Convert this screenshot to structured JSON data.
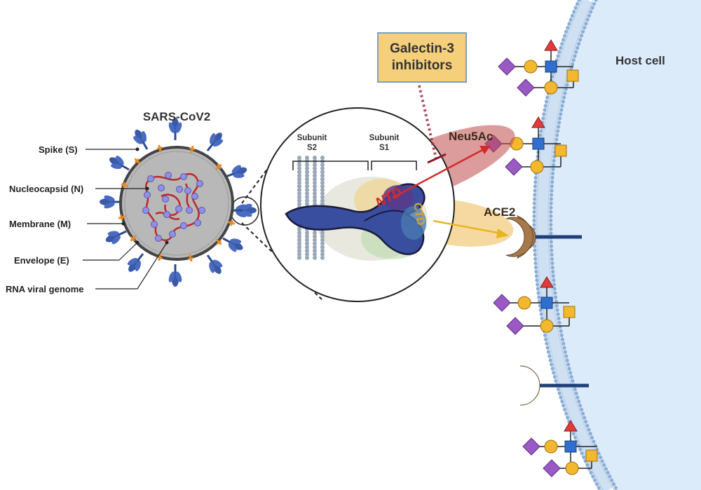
{
  "virus": {
    "title": "SARS-CoV2",
    "labels": [
      "Spike (S)",
      "Nucleocapsid (N)",
      "Membrane (M)",
      "Envelope (E)",
      "RNA viral genome"
    ]
  },
  "zoom": {
    "subunit_s2": [
      "Subunit",
      "S2"
    ],
    "subunit_s1": [
      "Subunit",
      "S1"
    ],
    "ntd": "NTD",
    "ctd": "CTD"
  },
  "inhibitor": {
    "line1": "Galectin-3",
    "line2": "inhibitors"
  },
  "host": {
    "title": "Host cell",
    "neu5ac": "Neu5Ac",
    "ace2": "ACE2"
  },
  "colors": {
    "virus_body": "#b8b8b8",
    "spike": "#3a5aa8",
    "rna": "#c0262b",
    "capsid_bead": "#8f8fe6",
    "membrane_bead": "#7a9ccc",
    "host_cytoplasm": "#dcebfa",
    "neu5ac_diamond": "#9b59c6",
    "galactose_circle": "#f3b82e",
    "glcnac_square": "#2f6fd0",
    "galnac_square": "#f3b82e",
    "fucose_triangle": "#e23a3a",
    "ace2_receptor": "#a5794a",
    "binding_arrow_red": "#d42a2a",
    "binding_arrow_yellow": "#e8b420"
  }
}
